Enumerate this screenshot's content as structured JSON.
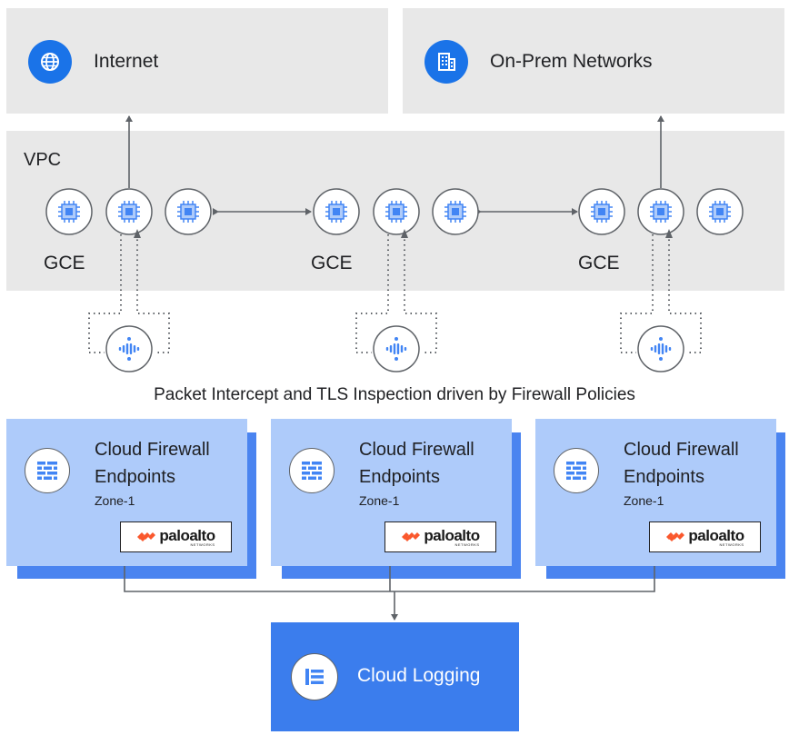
{
  "top": {
    "internet_label": "Internet",
    "onprem_label": "On-Prem Networks"
  },
  "vpc": {
    "label": "VPC",
    "gce_labels": [
      "GCE",
      "GCE",
      "GCE"
    ]
  },
  "caption": "Packet Intercept and TLS Inspection driven by Firewall Policies",
  "endpoints": [
    {
      "title_line1": "Cloud Firewall",
      "title_line2": "Endpoints",
      "zone": "Zone-1",
      "logo_text": "paloalto",
      "logo_sub": "NETWORKS"
    },
    {
      "title_line1": "Cloud Firewall",
      "title_line2": "Endpoints",
      "zone": "Zone-1",
      "logo_text": "paloalto",
      "logo_sub": "NETWORKS"
    },
    {
      "title_line1": "Cloud Firewall",
      "title_line2": "Endpoints",
      "zone": "Zone-1",
      "logo_text": "paloalto",
      "logo_sub": "NETWORKS"
    }
  ],
  "logging": {
    "label": "Cloud Logging"
  },
  "colors": {
    "panel_gray": "#e8e8e8",
    "card_light_blue": "#aecbfa",
    "card_shadow_blue": "#4a84f0",
    "logging_blue": "#3b7ded",
    "icon_blue": "#1a73e8",
    "paloalto_orange": "#fa582d",
    "line_gray": "#5f6368"
  },
  "icons": {
    "internet": "globe-icon",
    "onprem": "building-icon",
    "gce": "chip-icon",
    "intercept": "packet-intercept-icon",
    "firewall": "firewall-icon",
    "logging": "logging-list-icon"
  }
}
